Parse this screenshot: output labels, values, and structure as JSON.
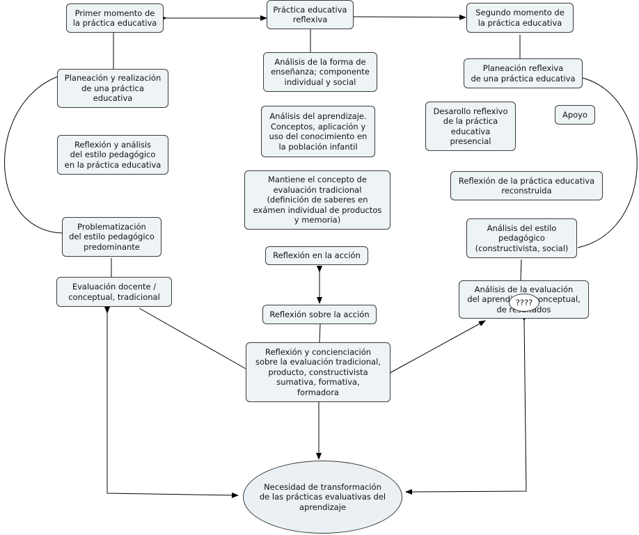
{
  "nodes": {
    "primer_momento": "Primer momento de\nla práctica educativa",
    "practica_reflexiva": "Práctica educativa\nreflexiva",
    "segundo_momento": "Segundo momento de\nla práctica educativa",
    "planeacion_realizacion": "Planeación y realización\nde una práctica\neducativa",
    "reflexion_analisis_estilo": "Reflexión y análisis\ndel estilo pedagógico\nen la práctica educativa",
    "problematizacion": "Problematización\ndel estilo pedagógico\npredominante",
    "evaluacion_docente": "Evaluación docente /\nconceptual, tradicional",
    "analisis_forma_ensenanza": "Análisis de la forma de\nenseñanza; componente\nindividual y social",
    "analisis_aprendizaje": "Análisis del aprendizaje.\nConceptos, aplicación y\nuso del conocimiento en\nla población infantil",
    "mantiene_concepto": "Mantiene el concepto de\nevaluación tradicional\n(definición de saberes en\nexámen individual de productos\ny memoria)",
    "reflexion_en_accion": "Reflexión en la acción",
    "reflexion_sobre_accion": "Reflexión sobre la acción",
    "reflexion_concienciacion": "Reflexión y concienciación\nsobre la evaluación tradicional,\nproducto, constructivista\nsumativa, formativa,\nformadora",
    "necesidad_transformacion": "Necesidad de transformación\nde las prácticas evaluativas del\naprendizaje",
    "planeacion_reflexiva": "Planeación reflexiva\nde una práctica educativa",
    "desarrollo_reflexivo": "Desarollo reflexivo\nde la práctica\neducativa\npresencial",
    "apoyo": "Apoyo",
    "reflexion_reconstruida": "Reflexión de la práctica educativa\nreconstruida",
    "analisis_estilo_pedagogico": "Análisis del estilo\npedagógico\n(constructivista, social)",
    "analisis_evaluacion_aprendizaje": "Análisis de la evaluación\ndel aprendizaje, conceptual,\nde resultados",
    "question_bubble": "????"
  }
}
